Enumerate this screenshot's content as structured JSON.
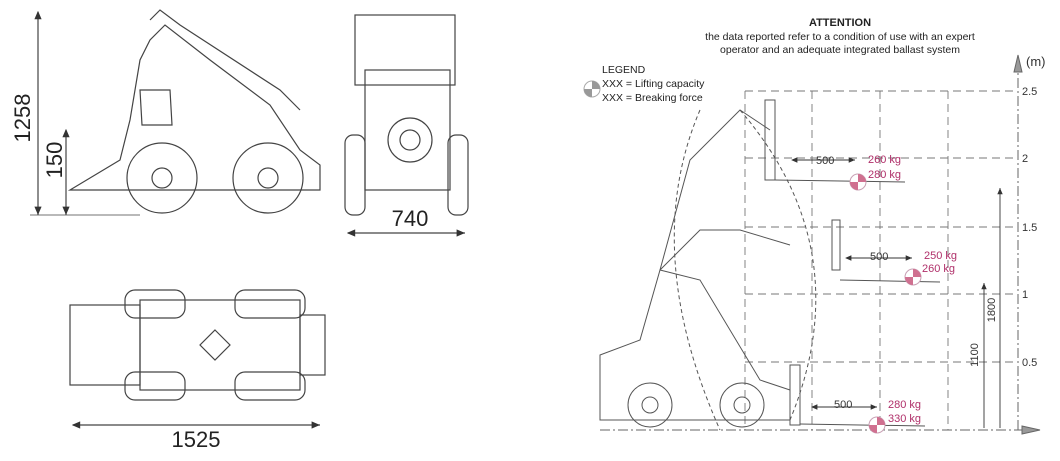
{
  "views": {
    "side": {
      "height_total": "1258",
      "ground_clearance": "150"
    },
    "front": {
      "width": "740"
    },
    "top": {
      "length": "1525"
    }
  },
  "notice": {
    "title": "ATTENTION",
    "line1": "the data reported refer to a condition of use with an expert",
    "line2": "operator and an adequate integrated ballast system"
  },
  "legend": {
    "title": "LEGEND",
    "lifting": "XXX = Lifting capacity",
    "breaking": "XXX = Breaking force"
  },
  "load_chart": {
    "unit": "(m)",
    "y_ticks": [
      "2.5",
      "2",
      "1.5",
      "1",
      "0.5"
    ],
    "load_points": [
      {
        "distance": "500",
        "lifting": "260 kg",
        "breaking": "280 kg"
      },
      {
        "distance": "500",
        "lifting": "250 kg",
        "breaking": "260 kg"
      },
      {
        "distance": "500",
        "lifting": "280 kg",
        "breaking": "330 kg"
      }
    ],
    "heights": {
      "h1": "1800",
      "h2": "1100"
    }
  },
  "colors": {
    "accent": "#b0306a",
    "line": "#444444"
  }
}
